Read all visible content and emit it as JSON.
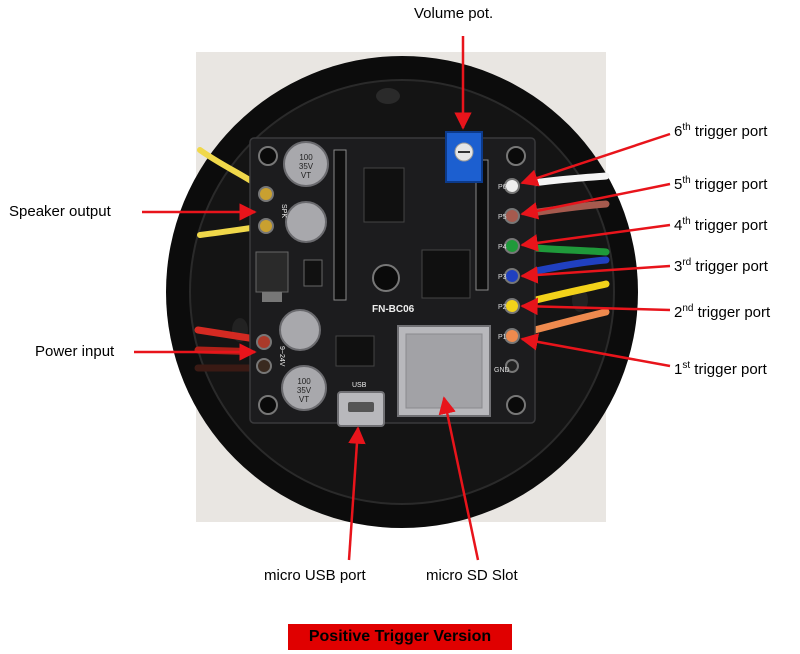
{
  "labels": {
    "volume": "Volume pot.",
    "speaker": "Speaker output",
    "power": "Power input",
    "trigger6": {
      "num": "6",
      "sup": "th",
      "text": " trigger port"
    },
    "trigger5": {
      "num": "5",
      "sup": "th",
      "text": " trigger port"
    },
    "trigger4": {
      "num": "4",
      "sup": "th",
      "text": " trigger port"
    },
    "trigger3": {
      "num": "3",
      "sup": "rd",
      "text": " trigger port"
    },
    "trigger2": {
      "num": "2",
      "sup": "nd",
      "text": " trigger port"
    },
    "trigger1": {
      "num": "1",
      "sup": "st",
      "text": " trigger port"
    },
    "usb": "micro USB port",
    "sd": "micro SD Slot"
  },
  "caption": "Positive Trigger Version",
  "board": {
    "model": "FN-BC06",
    "usb_silk": "USB",
    "speaker_silk": "SPK",
    "power_silk": "9~24V",
    "gnd_silk": "GND",
    "capacitor_text": [
      "100",
      "35V",
      "VT"
    ],
    "pin_labels": [
      "P6",
      "P5",
      "P4",
      "P3",
      "P2",
      "P1"
    ]
  },
  "colors": {
    "arrow": "#e8141b",
    "caption_bg": "#e00000",
    "pcb": "#1c1c1e",
    "enclosure": "#0c0c0c",
    "wire_trigger6": "#f4f4f4",
    "wire_trigger5": "#a65a4e",
    "wire_trigger4": "#1f9a3a",
    "wire_trigger3": "#2040c0",
    "wire_trigger2": "#f2d21a",
    "wire_trigger1": "#ee8a4e",
    "wire_speaker": "#f0d84a",
    "wire_power_pos": "#d42a22",
    "wire_power_neg": "#3a1a14"
  }
}
